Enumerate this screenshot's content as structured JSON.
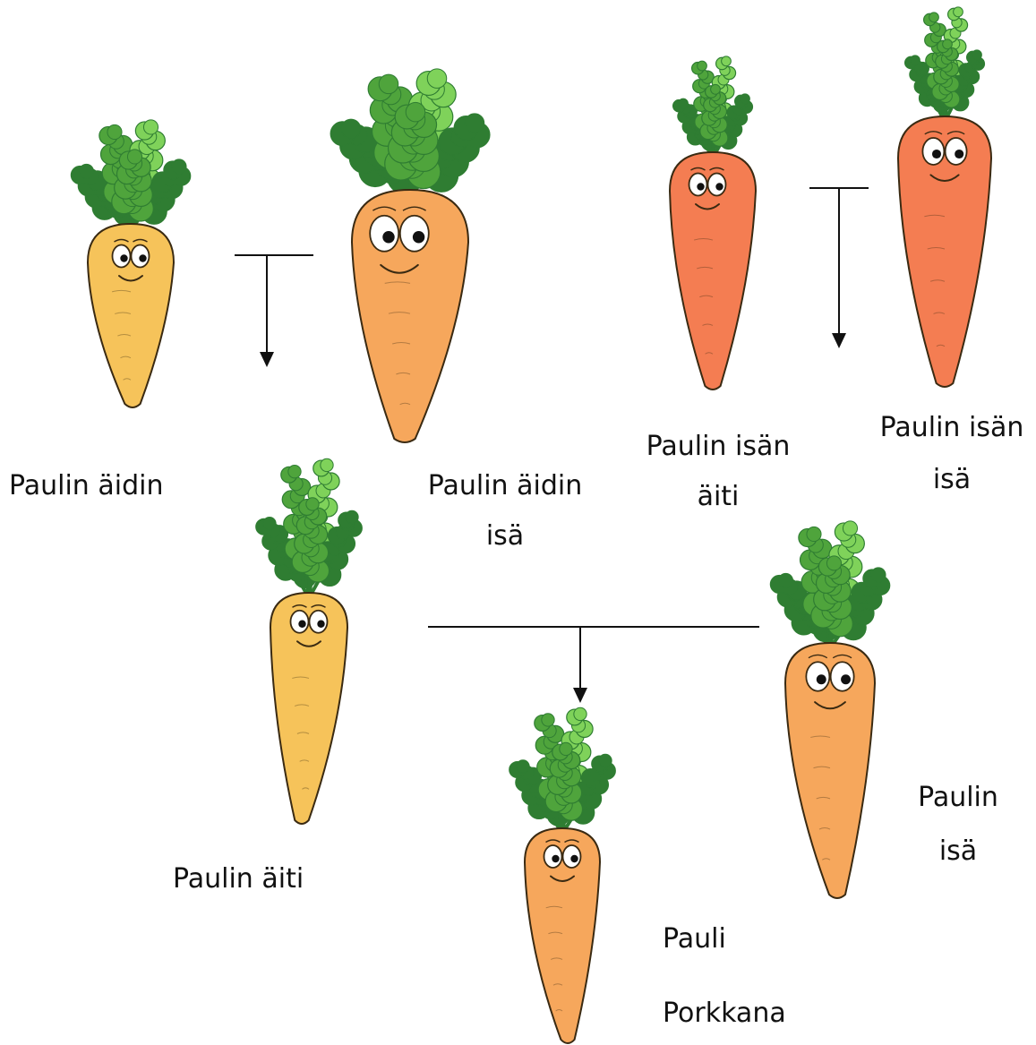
{
  "labels": {
    "maternal_grandmother": "Paulin äidin",
    "maternal_grandfather_line1": "Paulin äidin",
    "maternal_grandfather_line2": "isä",
    "paternal_grandmother_line1": "Paulin isän",
    "paternal_grandmother_line2": "äiti",
    "paternal_grandfather_line1": "Paulin isän",
    "paternal_grandfather_line2": "isä",
    "mother": "Paulin äiti",
    "father_line1": "Paulin",
    "father_line2": "isä",
    "child_line1": "Pauli",
    "child_line2": "Porkkana"
  },
  "colors": {
    "yellow_carrot": "#f6c35a",
    "orange_carrot": "#f6a75c",
    "red_orange_carrot": "#f47d52",
    "leaf_dark": "#2f7d32",
    "leaf_mid": "#4fa43c",
    "leaf_light": "#7fd25a",
    "outline": "#3a2a12",
    "line": "#111111"
  }
}
